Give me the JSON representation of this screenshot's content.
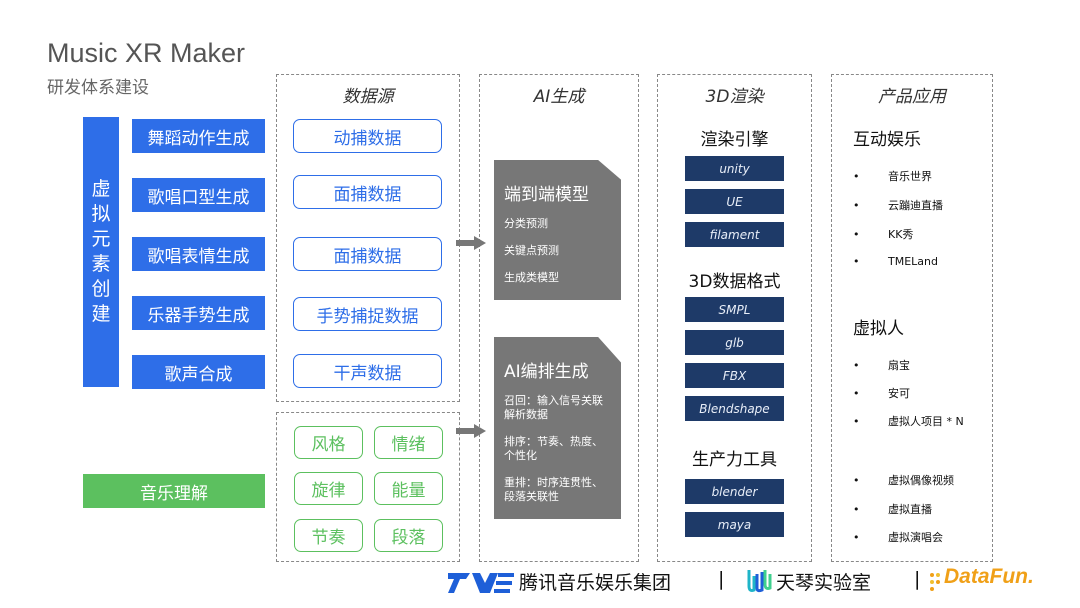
{
  "header": {
    "title": "Music XR Maker",
    "subtitle": "研发体系建设"
  },
  "columns": {
    "data_source": "数据源",
    "ai_gen": "AI生成",
    "render": "3D渲染",
    "product": "产品应用"
  },
  "left": {
    "vertical_label": [
      "虚",
      "拟",
      "元",
      "素",
      "创",
      "建"
    ],
    "items": [
      "舞蹈动作生成",
      "歌唱口型生成",
      "歌唱表情生成",
      "乐器手势生成",
      "歌声合成"
    ],
    "music_understanding": "音乐理解"
  },
  "data_sources": [
    "动捕数据",
    "面捕数据",
    "面捕数据",
    "手势捕捉数据",
    "干声数据"
  ],
  "music_features": [
    "风格",
    "情绪",
    "旋律",
    "能量",
    "节奏",
    "段落"
  ],
  "ai": {
    "card1": {
      "title": "端到端模型",
      "lines": [
        "分类预测",
        "关键点预测",
        "生成类模型"
      ]
    },
    "card2": {
      "title": "AI编排生成",
      "lines": [
        "召回：输入信号关联解析数据",
        "排序：节奏、热度、个性化",
        "重排：时序连贯性、段落关联性"
      ]
    }
  },
  "render": {
    "engine_title": "渲染引擎",
    "engines": [
      "unity",
      "UE",
      "filament"
    ],
    "format_title": "3D数据格式",
    "formats": [
      "SMPL",
      "glb",
      "FBX",
      "Blendshape"
    ],
    "tools_title": "生产力工具",
    "tools": [
      "blender",
      "maya"
    ]
  },
  "product": {
    "interactive_title": "互动娱乐",
    "interactive": [
      "音乐世界",
      "云蹦迪直播",
      "KK秀",
      "TMELand"
    ],
    "virtual_title": "虚拟人",
    "virtual": [
      "扇宝",
      "安可",
      "虚拟人项目 * N"
    ],
    "virtual_more": [
      "虚拟偶像视频",
      "虚拟直播",
      "虚拟演唱会"
    ],
    "bullet": "•"
  },
  "footer": {
    "tme": "腾讯音乐娱乐集团",
    "sep": "|",
    "lab": "天琴实验室",
    "datafun": "DataFun."
  },
  "colors": {
    "blue": "#2e6ee8",
    "green": "#5cc05f",
    "gray_card": "#777777",
    "dark_navy": "#1e3a68",
    "datafun_orange": "#f0a018"
  }
}
